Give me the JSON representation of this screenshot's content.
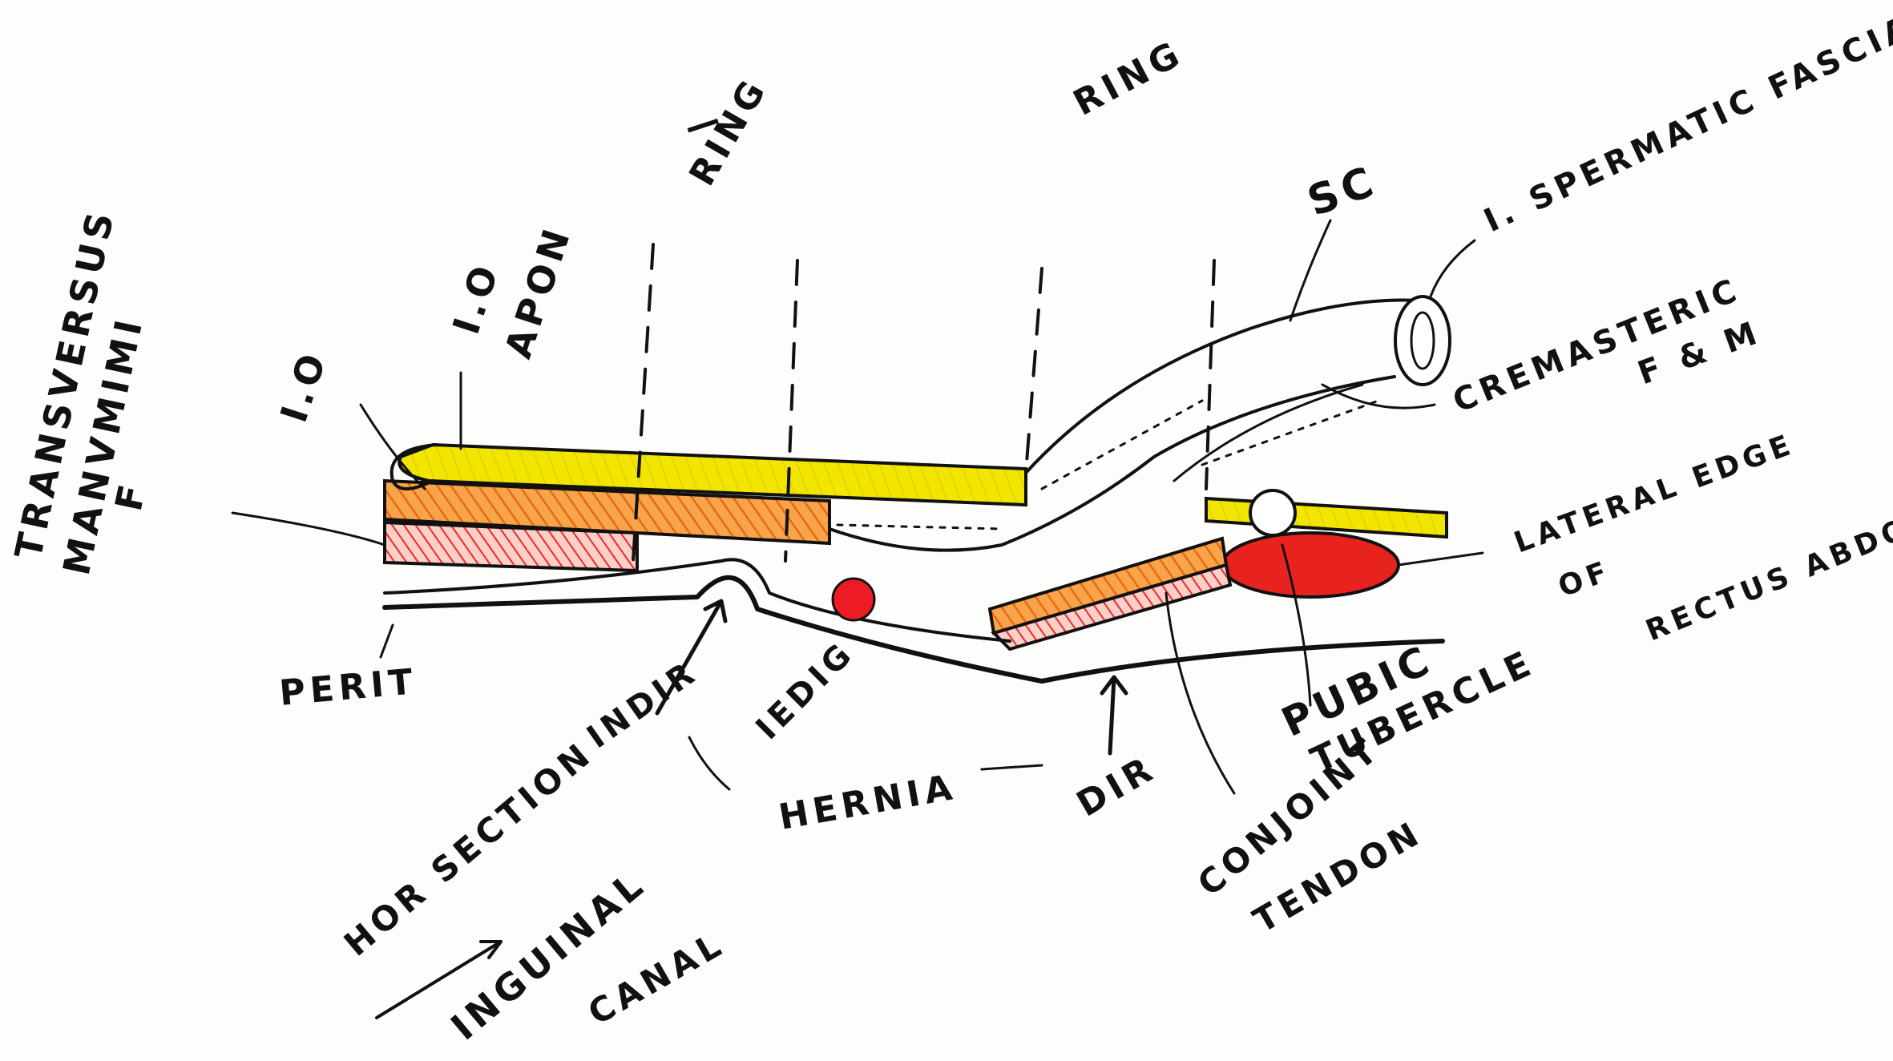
{
  "colors": {
    "ink": "#111111",
    "aponeurosis": "#f2e500",
    "internal_oblique": "#f7941d",
    "transversus": "#ed1c24",
    "vessel": "#ed1c24",
    "paper": "#fdfdfc"
  },
  "labels": {
    "transversus_1": "TRANSVERSUS",
    "transversus_2": "MANVMIMI",
    "transversus_3": "F",
    "io": "I.O",
    "io_apon_1": "I.O",
    "io_apon_2": "APON",
    "deep_ring_bar": "—",
    "deep_ring": "RING",
    "superficial_ring": "RING",
    "sc": "SC",
    "spermatic_fascia": "I. SPERMATIC FASCIA",
    "cremasteric_1": "CREMASTERIC",
    "cremasteric_2": "F & M",
    "lateral_edge_1": "LATERAL EDGE",
    "lateral_edge_2": "OF",
    "lateral_edge_3": "RECTUS ABDOMINIS",
    "perit": "PERIT",
    "indir": "INDIR",
    "iedig": "IEDIG",
    "pubic_1": "PUBIC",
    "pubic_2": "TUBERCLE",
    "hernia": "HERNIA",
    "dir": "DIR",
    "conjoint_1": "CONJOINT",
    "conjoint_2": "TENDON",
    "title_1": "HOR SECTION",
    "title_2": "INGUINAL",
    "title_3": "CANAL"
  }
}
